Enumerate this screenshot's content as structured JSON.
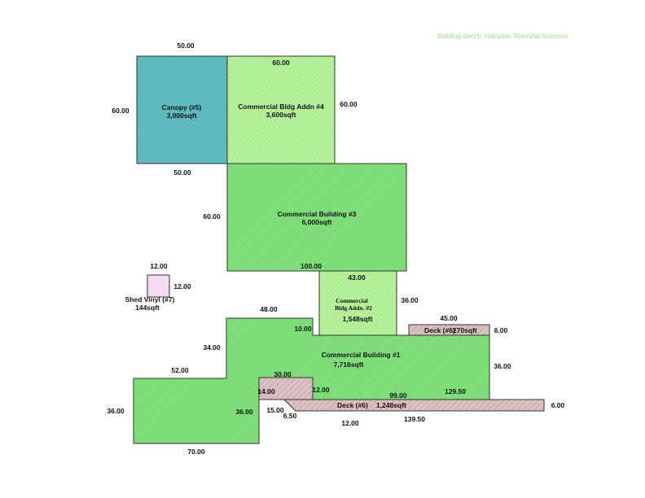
{
  "note": "Building sketch, Hampton Township Assessor",
  "colors": {
    "canopy": "#5fbcc0",
    "addn_light": "#b6f29a",
    "building": "#7fe07a",
    "shed": "#f6dcf3",
    "deck": "#dcc1c3",
    "outline": "#333333"
  },
  "areas": {
    "canopy": {
      "name": "Canopy (#5)",
      "area": "3,000sqft"
    },
    "addn4": {
      "name": "Commercial Bldg Addn #4",
      "area": "3,600sqft"
    },
    "bldg3": {
      "name": "Commercial Building #3",
      "area": "6,000sqft"
    },
    "addn2": {
      "name_line1": "Commercial",
      "name_line2": "Bldg Addn. #2",
      "area": "1,548sqft"
    },
    "bldg1": {
      "name": "Commercial Building #1",
      "area": "7,716sqft"
    },
    "shed": {
      "name": "Shed Vinyl (#7)",
      "area": "144sqft"
    },
    "deck_upper": {
      "name": "Deck (#6)",
      "area": "270sqft"
    },
    "deck_lower": {
      "name": "Deck (#6)",
      "area": "1,248sqft"
    }
  },
  "dimensions": {
    "canopy_top": "50.00",
    "canopy_left": "60.00",
    "canopy_bottom": "50.00",
    "addn4_top": "60.00",
    "addn4_right": "60.00",
    "bldg3_left": "60.00",
    "bldg3_bottom": "100.00",
    "addn2_top": "43.00",
    "addn2_right": "36.00",
    "shed_top": "12.00",
    "shed_right": "12.00",
    "deck_upper_top": "45.00",
    "deck_upper_right": "6.00",
    "bldg1_top": "48.00",
    "bldg1_notch": "10.00",
    "bldg1_left_upper": "34.00",
    "bldg1_step_top": "52.00",
    "bldg1_left": "36.00",
    "bldg1_bottom": "70.00",
    "bldg1_inner_right": "36.00",
    "bldg1_right": "36.00",
    "bldg1_cut_top": "30.00",
    "bldg1_cut_left": "14.00",
    "bldg1_cut_right": "12.00",
    "bldg1_cut_bottom": "99.00",
    "bldg1_right_bottom": "129.50",
    "small_15": "15.00",
    "small_650": "6.50",
    "small_12": "12.00",
    "deck_lower_bottom": "139.50",
    "deck_lower_right": "6.00"
  }
}
